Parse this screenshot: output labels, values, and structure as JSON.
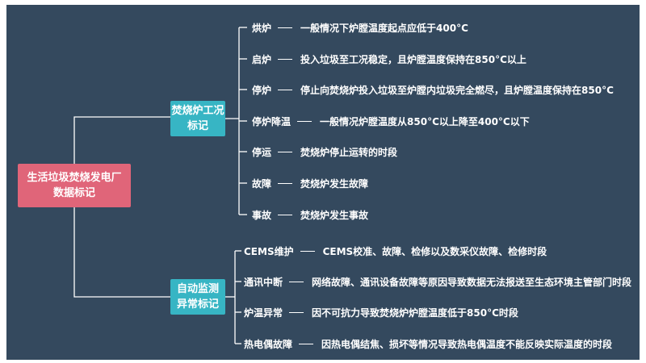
{
  "root": {
    "line1": "生活垃圾焚烧发电厂",
    "line2": "数据标记"
  },
  "branches": [
    {
      "line1": "焚烧炉工况",
      "line2": "标记",
      "items": [
        {
          "term": "烘炉",
          "desc": "一般情况下炉膛温度起点应低于400°C"
        },
        {
          "term": "启炉",
          "desc": "投入垃圾至工况稳定，且炉膛温度保持在850°C以上"
        },
        {
          "term": "停炉",
          "desc": "停止向焚烧炉投入垃圾至炉膛内垃圾完全燃尽，且炉膛温度保持在850°C"
        },
        {
          "term": "停炉降温",
          "desc": "一般情况炉膛温度从850°C以上降至400°C以下"
        },
        {
          "term": "停运",
          "desc": "焚烧炉停止运转的时段"
        },
        {
          "term": "故障",
          "desc": "焚烧炉发生故障"
        },
        {
          "term": "事故",
          "desc": "焚烧炉发生事故"
        }
      ]
    },
    {
      "line1": "自动监测",
      "line2": "异常标记",
      "items": [
        {
          "term": "CEMS维护",
          "desc": "CEMS校准、故障、检修以及数采仪故障、检修时段"
        },
        {
          "term": "通讯中断",
          "desc": "网络故障、通讯设备故障等原因导致数据无法报送至生态环境主管部门时段"
        },
        {
          "term": "炉温异常",
          "desc": "因不可抗力导致焚烧炉炉膛温度低于850°C时段"
        },
        {
          "term": "热电偶故障",
          "desc": "因热电偶结焦、损坏等情况导致热电偶温度不能反映实际温度的时段"
        }
      ]
    }
  ]
}
